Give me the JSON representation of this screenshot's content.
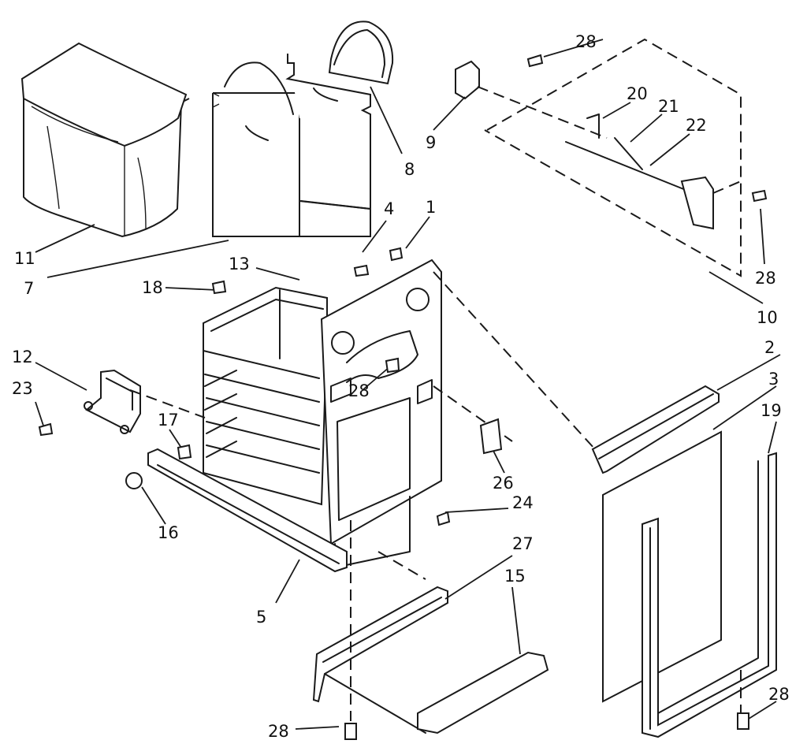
{
  "labels": {
    "p1": "1",
    "p2": "2",
    "p3": "3",
    "p4": "4",
    "p5": "5",
    "p7": "7",
    "p8": "8",
    "p9": "9",
    "p10": "10",
    "p11": "11",
    "p12": "12",
    "p13": "13",
    "p15": "15",
    "p16": "16",
    "p17": "17",
    "p18": "18",
    "p19": "19",
    "p20": "20",
    "p21": "21",
    "p22": "22",
    "p23": "23",
    "p24": "24",
    "p26": "26",
    "p27": "27",
    "p28": "28"
  }
}
